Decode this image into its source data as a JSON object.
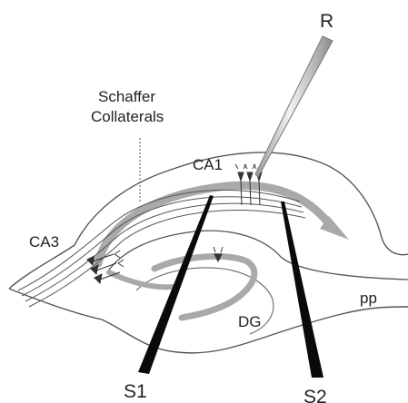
{
  "labels": {
    "recording_electrode": "R",
    "schaffer_line1": "Schaffer",
    "schaffer_line2": "Collaterals",
    "ca1": "CA1",
    "ca3": "CA3",
    "dentate_gyrus": "DG",
    "perforant_path": "pp",
    "stim_electrode_1": "S1",
    "stim_electrode_2": "S2"
  },
  "colors": {
    "outline": "#555555",
    "pathway": "#a9a9a9",
    "electrode": "#0a0a0a",
    "recording_electrode_fill": "#d4d4d4",
    "text": "#222222"
  }
}
